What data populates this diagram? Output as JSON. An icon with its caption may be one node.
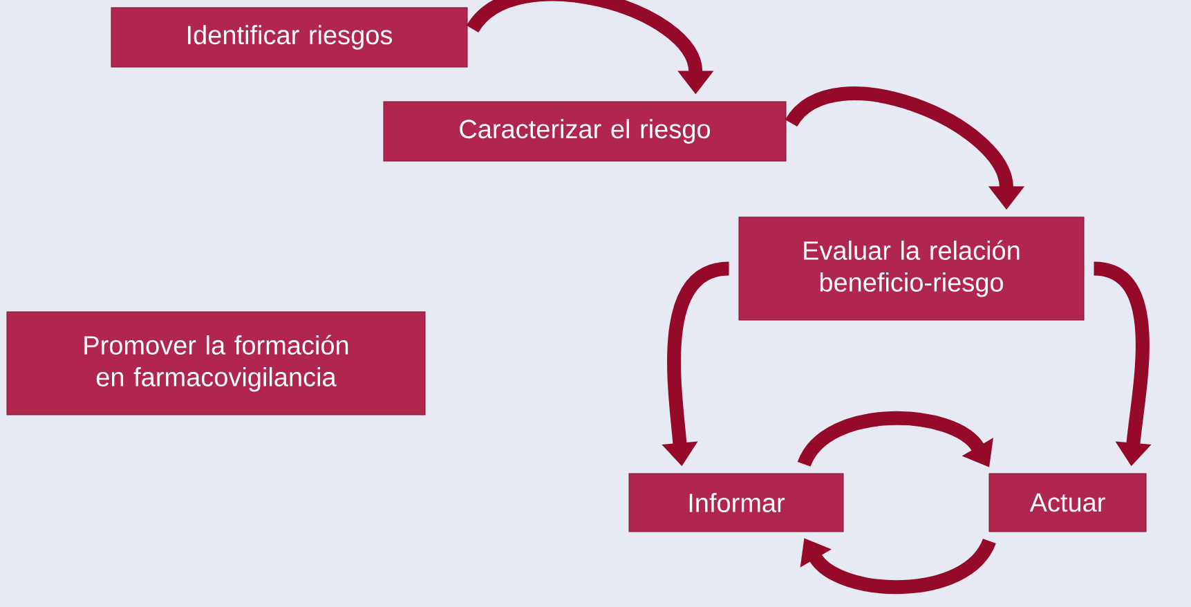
{
  "diagram": {
    "nodes": [
      {
        "text": [
          "Identificar riesgos"
        ]
      },
      {
        "text": [
          "Caracterizar el riesgo"
        ]
      },
      {
        "text": [
          "Evaluar la relación beneficio-riesgo"
        ]
      },
      {
        "text": [
          "Promover la formación en farmacovigilancia"
        ]
      },
      {
        "text": [
          "Informar"
        ]
      },
      {
        "text": [
          "Actuar"
        ]
      }
    ],
    "edges": [
      {
        "from": 0,
        "to": 1,
        "arrow": "to"
      },
      {
        "from": 1,
        "to": 2,
        "arrow": "to"
      },
      {
        "from": 2,
        "to": 4,
        "arrow": "to"
      },
      {
        "from": 2,
        "to": 5,
        "arrow": "to"
      },
      {
        "from": 4,
        "to": 5,
        "arrow": "to"
      },
      {
        "from": 5,
        "to": 4,
        "arrow": "to"
      }
    ]
  }
}
